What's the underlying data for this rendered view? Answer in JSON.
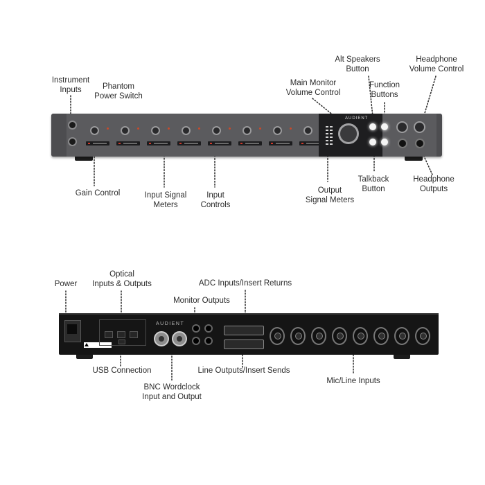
{
  "brand": "AUDIENT",
  "front_labels": {
    "instrument_inputs": [
      "Instrument",
      "Inputs"
    ],
    "phantom_power": [
      "Phantom",
      "Power Switch"
    ],
    "gain_control": [
      "Gain Control"
    ],
    "input_signal_meters": [
      "Input Signal",
      "Meters"
    ],
    "input_controls": [
      "Input",
      "Controls"
    ],
    "main_monitor": [
      "Main Monitor",
      "Volume Control"
    ],
    "output_signal_meters": [
      "Output",
      "Signal Meters"
    ],
    "alt_speakers": [
      "Alt Speakers",
      "Button"
    ],
    "function_buttons": [
      "Function",
      "Buttons"
    ],
    "talkback": [
      "Talkback",
      "Button"
    ],
    "headphone_volume": [
      "Headphone",
      "Volume Control"
    ],
    "headphone_outputs": [
      "Headphone",
      "Outputs"
    ]
  },
  "rear_labels": {
    "power": [
      "Power"
    ],
    "optical": [
      "Optical",
      "Inputs & Outputs"
    ],
    "monitor_outputs": [
      "Monitor Outputs"
    ],
    "adc_inputs": [
      "ADC Inputs/Insert Returns"
    ],
    "usb": [
      "USB Connection"
    ],
    "bnc": [
      "BNC Wordclock",
      "Input and Output"
    ],
    "line_outputs": [
      "Line Outputs/Insert Sends"
    ],
    "mic_line": [
      "Mic/Line Inputs"
    ]
  },
  "colors": {
    "front_body": "#5b5b5e",
    "rear_body": "#151515",
    "accent_led": "#d03a2a",
    "label_text": "#2b2b2b"
  }
}
